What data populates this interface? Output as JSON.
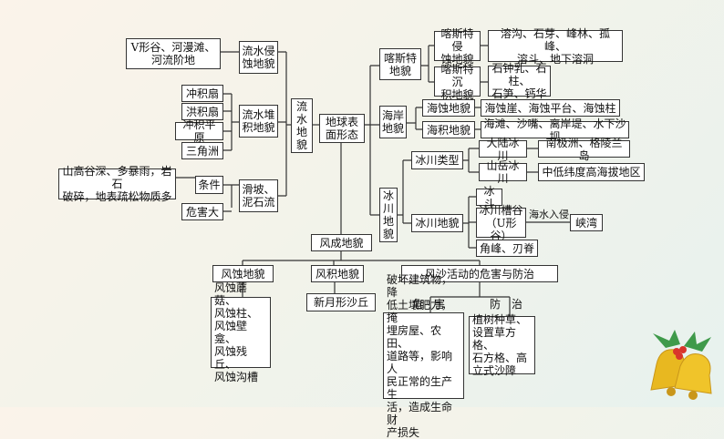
{
  "root": "地球表\n面形态",
  "water": {
    "title": "流\n水\n地\n貌",
    "erosion": {
      "label": "流水侵\n蚀地貌",
      "examples": "V形谷、河漫滩、\n河流阶地"
    },
    "deposit": {
      "label": "流水堆\n积地貌",
      "items": [
        "冲积扇",
        "洪积扇",
        "冲积平原",
        "三角洲"
      ]
    },
    "debris": {
      "label": "滑坡、\n泥石流",
      "condition_label": "条件",
      "condition": "山高谷深、多暴雨，岩石\n破碎，地表疏松物质多",
      "harm": "危害大"
    }
  },
  "karst": {
    "title": "喀斯特\n地貌",
    "erosion": {
      "label": "喀斯特侵\n蚀地貌",
      "examples": "溶沟、石芽、峰林、孤峰、\n溶斗、地下溶洞"
    },
    "deposit": {
      "label": "喀斯特沉\n积地貌",
      "examples": "石钟乳、石柱、\n石笋、钙华"
    }
  },
  "coast": {
    "title": "海岸\n地貌",
    "erosion": {
      "label": "海蚀地貌",
      "examples": "海蚀崖、海蚀平台、海蚀柱"
    },
    "deposit": {
      "label": "海积地貌",
      "examples": "海滩、沙嘴、离岸堤、水下沙坝"
    }
  },
  "glacier": {
    "title": "冰\n川\n地\n貌",
    "types": {
      "label": "冰川类型",
      "continental": "大陆冰川",
      "continental_where": "南极洲、格陵兰岛",
      "mountain": "山岳冰川",
      "mountain_where": "中低纬度高海拔地区"
    },
    "landform": {
      "label": "冰川地貌",
      "cirque": "冰斗",
      "valley": "冰川槽谷\n（U形谷）",
      "sea_label": "海水入侵",
      "fjord": "峡湾",
      "horn": "角峰、刃脊"
    }
  },
  "wind": {
    "title": "风成地貌",
    "erosion": {
      "label": "风蚀地貌",
      "examples": "风蚀蘑菇、\n风蚀柱、\n风蚀壁龛、\n风蚀残丘、\n风蚀沟槽"
    },
    "deposit": {
      "label": "风积地貌",
      "examples": "新月形沙丘"
    },
    "sand": {
      "label": "风沙活动的危害与防治",
      "harm_label": "危　害",
      "control_label": "防　治",
      "harm": "破坏建筑物，降\n低土壤肥力，掩\n埋房屋、农田、\n道路等，影响人\n民正常的生产生\n活，造成生命财\n产损失",
      "control": "植树种草、\n设置草方格、\n石方格、高\n立式沙障"
    }
  },
  "colors": {
    "line": "#333333",
    "bell": "#e8b820",
    "leaf": "#3f9a4a",
    "berry": "#d9342b"
  },
  "icons": [
    "bell-decoration-icon"
  ]
}
